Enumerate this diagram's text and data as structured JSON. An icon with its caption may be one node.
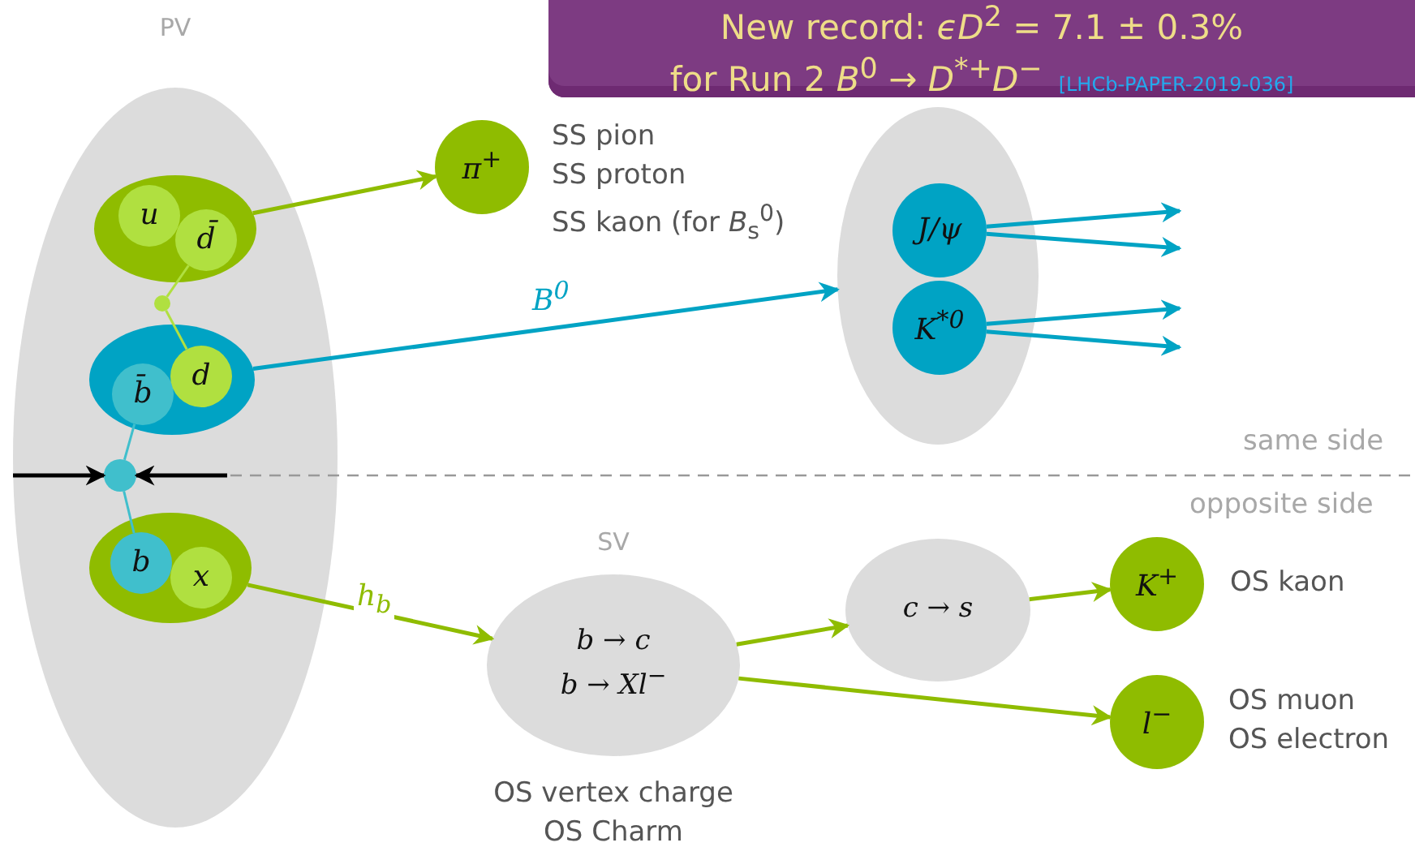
{
  "diagram": {
    "nodes": [
      {
        "text": [
          "PV"
        ]
      },
      {
        "text": [],
        "shape": "ellipse",
        "in": 0
      },
      {
        "text": [
          "u"
        ],
        "in": 1
      },
      {
        "text": [
          "d̄"
        ],
        "in": 1
      },
      {
        "text": [],
        "shape": "circle",
        "in": 0
      },
      {
        "text": [],
        "shape": "ellipse",
        "in": 0
      },
      {
        "text": [
          "b̄"
        ],
        "in": 5
      },
      {
        "text": [
          "d"
        ],
        "in": 5
      },
      {
        "text": [],
        "shape": "circle",
        "in": 0
      },
      {
        "text": [],
        "shape": "ellipse",
        "in": 0
      },
      {
        "text": [
          "b"
        ],
        "in": 9
      },
      {
        "text": [
          "x"
        ],
        "in": 9
      },
      {
        "text": [
          "π$^{+}$"
        ],
        "beside": [
          "SS pion",
          "SS proton",
          "SS kaon (for *B*$_{s}$$^{0}$)"
        ]
      },
      {
        "text": [],
        "shape": "ellipse"
      },
      {
        "text": [
          "J/ψ"
        ],
        "in": 13
      },
      {
        "text": [
          "K$^{*0}$"
        ],
        "in": 13
      },
      {
        "text": [
          "SV",
          "*b* → *c*",
          "*b* → *Xl*$^{−}$"
        ],
        "beside": [
          "OS vertex charge",
          "OS Charm"
        ]
      },
      {
        "text": [
          "*c* → *s*"
        ]
      },
      {
        "text": [
          "K$^{+}$"
        ],
        "beside": [
          "OS kaon"
        ]
      },
      {
        "text": [
          "l$^{−}$"
        ],
        "beside": [
          "OS muon",
          "OS electron"
        ]
      },
      {
        "text": [
          "New record: *ϵD*$^{2}$ = 7.1 ± 0.3%",
          "for Run 2 *B*$^{0}$ → *D*$^{*+}$*D*$^{−}$",
          "[LHCb-PAPER-2019-036]"
        ]
      }
    ],
    "edges": [
      {
        "from": 1,
        "to": 12,
        "arrow": "to"
      },
      {
        "from": 5,
        "to": 13,
        "arrow": "to",
        "label": "B$^{0}$",
        "color": "#00a3c4"
      },
      {
        "from": 9,
        "to": 16,
        "arrow": "to",
        "label": "h$_{b}$"
      },
      {
        "from": 16,
        "to": 17,
        "arrow": "to"
      },
      {
        "from": 17,
        "to": 18,
        "arrow": "to"
      },
      {
        "from": 16,
        "to": 19,
        "arrow": "to"
      },
      {
        "from": 14,
        "to": null,
        "arrow": "to",
        "color": "#00a3c4"
      },
      {
        "from": 14,
        "to": null,
        "arrow": "to",
        "color": "#00a3c4"
      },
      {
        "from": 15,
        "to": null,
        "arrow": "to",
        "color": "#00a3c4"
      },
      {
        "from": 15,
        "to": null,
        "arrow": "to",
        "color": "#00a3c4"
      },
      {
        "from": null,
        "to": 8,
        "arrow": "to",
        "color": "#000000"
      },
      {
        "from": null,
        "to": 8,
        "arrow": "to",
        "color": "#000000"
      },
      {
        "from": 3,
        "to": 4,
        "arrow": "none",
        "color": "#b0e040"
      },
      {
        "from": 4,
        "to": 7,
        "arrow": "none",
        "color": "#b0e040"
      },
      {
        "from": 6,
        "to": 8,
        "arrow": "none",
        "color": "#40bfcc"
      },
      {
        "from": 8,
        "to": 10,
        "arrow": "none",
        "color": "#40bfcc"
      }
    ],
    "labels": [
      "same side",
      "opposite side"
    ]
  }
}
